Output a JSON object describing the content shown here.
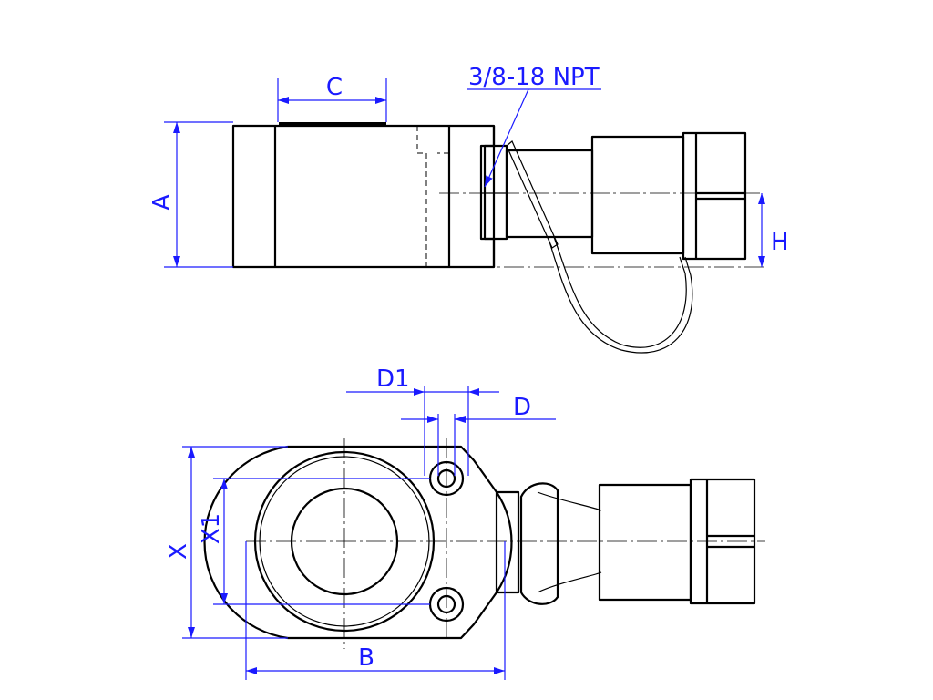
{
  "side_view": {
    "labels": {
      "a": "A",
      "c": "C",
      "h": "H",
      "port": "3/8-18 NPT"
    }
  },
  "top_view": {
    "labels": {
      "x": "X",
      "x1": "X1",
      "b": "B",
      "d": "D",
      "d1": "D1"
    }
  },
  "colors": {
    "dimension": "#1a1aff",
    "outline": "#000000"
  }
}
